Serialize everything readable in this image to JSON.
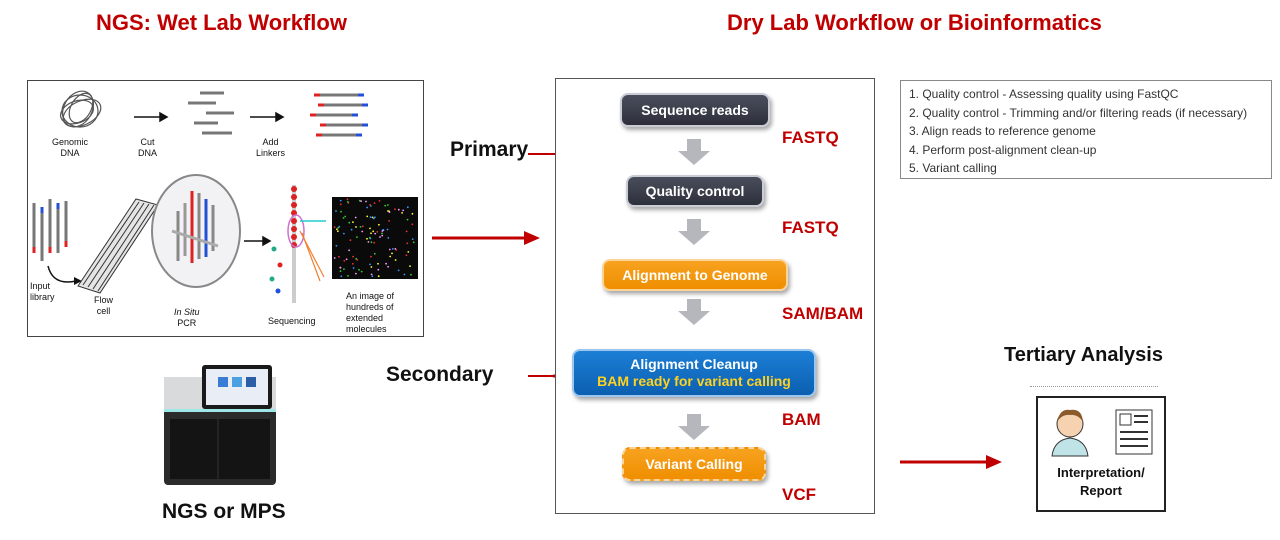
{
  "headings": {
    "wet_lab": "NGS: Wet Lab Workflow",
    "dry_lab": "Dry Lab Workflow or Bioinformatics",
    "tertiary": "Tertiary Analysis"
  },
  "wet_lab_panel": {
    "labels": {
      "genomic_dna": "Genomic\nDNA",
      "cut_dna": "Cut\nDNA",
      "add_linkers": "Add\nLinkers",
      "input_library": "Input\nlibrary",
      "flow_cell": "Flow\ncell",
      "in_situ": "In Situ",
      "pcr": "PCR",
      "sequencing": "Sequencing",
      "image_caption": "An image of\nhundreds of\nextended\nmolecules"
    }
  },
  "instrument_label": "NGS or MPS",
  "stage_labels": {
    "primary": "Primary",
    "secondary": "Secondary"
  },
  "pipeline": {
    "steps": [
      {
        "label": "Sequence reads",
        "style": "dark"
      },
      {
        "label": "Quality control",
        "style": "dark"
      },
      {
        "label": "Alignment to Genome",
        "style": "orange"
      },
      {
        "label": "Alignment Cleanup",
        "sublabel": "BAM ready for variant calling",
        "style": "blue"
      },
      {
        "label": "Variant Calling",
        "style": "orange-dashed"
      }
    ],
    "formats": [
      "FASTQ",
      "FASTQ",
      "SAM/BAM",
      "BAM",
      "VCF"
    ]
  },
  "analysis_steps": [
    "1. Quality control - Assessing quality using FastQC",
    "2. Quality control - Trimming and/or filtering reads (if necessary)",
    "3. Align reads to reference genome",
    "4. Perform post-alignment clean-up",
    "5. Variant calling"
  ],
  "report_card": {
    "label_line1": "Interpretation/",
    "label_line2": "Report"
  },
  "colors": {
    "accent_red": "#c00000",
    "dark_pill": "#373a46",
    "orange_pill": "#f39200",
    "blue_pill": "#1070c8",
    "sub_text_yellow": "#ffd21f",
    "arrow_gray": "#b5b7bd"
  }
}
